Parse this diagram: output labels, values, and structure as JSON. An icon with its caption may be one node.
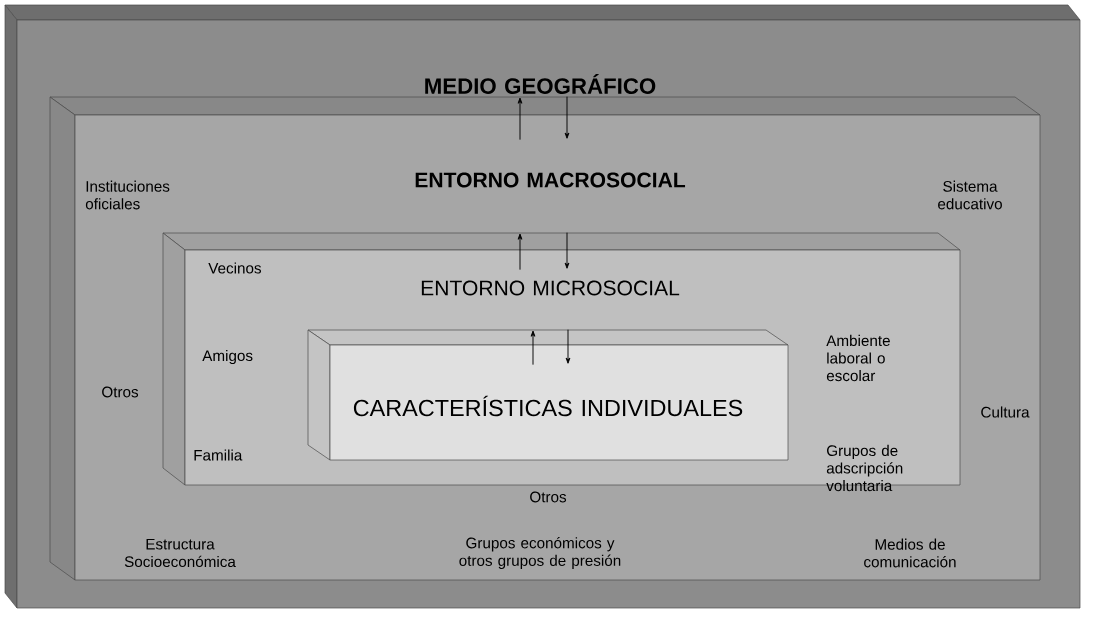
{
  "diagram": {
    "nodes": [
      {
        "text": [
          "MEDIO GEOGRÁFICO"
        ]
      },
      {
        "text": [
          "ENTORNO MACROSOCIAL"
        ],
        "in": 0
      },
      {
        "text": [
          "ENTORNO MICROSOCIAL"
        ],
        "in": 1
      },
      {
        "text": [
          "CARACTERÍSTICAS INDIVIDUALES"
        ],
        "in": 2
      }
    ],
    "edges": [
      {
        "from": null,
        "to": 1,
        "arrow": "to"
      },
      {
        "from": 1,
        "to": null,
        "arrow": "to"
      },
      {
        "from": null,
        "to": 2,
        "arrow": "to"
      },
      {
        "from": 2,
        "to": null,
        "arrow": "to"
      },
      {
        "from": 3,
        "to": null,
        "arrow": "to"
      },
      {
        "from": null,
        "to": 3,
        "arrow": "to"
      }
    ],
    "labels": [
      "Instituciones oficiales",
      "Sistema educativo",
      "Vecinos",
      "Amigos",
      "Ambiente laboral o escolar",
      "Otros",
      "Cultura",
      "Familia",
      "Grupos de adscripción voluntaria",
      "Otros",
      "Estructura Socioeconómica",
      "Grupos económicos y otros grupos de presión",
      "Medios de comunicación"
    ]
  }
}
